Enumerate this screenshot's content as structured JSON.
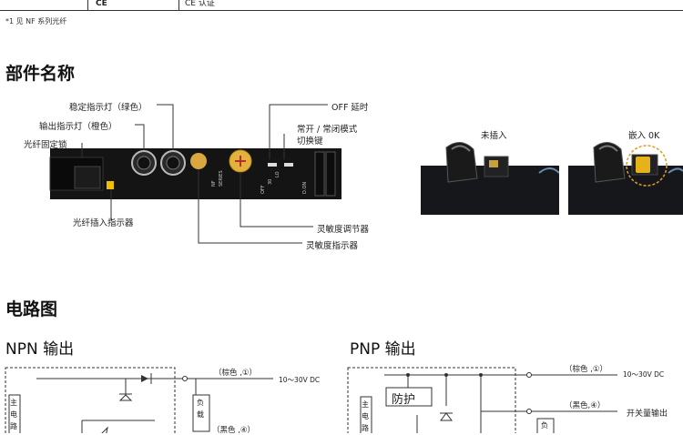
{
  "table_top": {
    "col1": "CE",
    "col2": "CE 认证"
  },
  "footnote": "*1 见 NF 系列光纤",
  "section_parts": {
    "title": "部件名称",
    "labels": {
      "stable_led": "稳定指示灯（绿色）",
      "output_led": "输出指示灯（橙色）",
      "fiber_lock": "光纤固定锁",
      "off_delay": "OFF 延时",
      "mode_switch_1": "常开 / 常闭模式",
      "mode_switch_2": "切换键",
      "sens_adjuster": "灵敏度调节器",
      "sens_indicator": "灵敏度指示器",
      "fiber_insert_indicator": "光纤插入指示器"
    },
    "device_text": {
      "brand_1": "NF",
      "brand_2": "SERIES",
      "off": "OFF",
      "d30": "30",
      "lo": "LO",
      "don": "D.ON"
    },
    "photos": {
      "not_inserted": "未插入",
      "inserted_ok": "嵌入 0K"
    }
  },
  "section_circuit": {
    "title": "电路图",
    "npn": {
      "title": "NPN 输出",
      "wire_brown": "（棕色 ,①）",
      "wire_black": "（黑色 ,④）",
      "voltage": "10～30V DC",
      "main_circuit": "主电路",
      "load": "负载"
    },
    "pnp": {
      "title": "PNP 输出",
      "wire_brown": "（棕色 ,①）",
      "wire_black": "（黑色,④）",
      "voltage": "10～30V DC",
      "switch_output": "开关量输出",
      "protect": "防护",
      "main_circuit": "主电路",
      "load": "负"
    }
  }
}
